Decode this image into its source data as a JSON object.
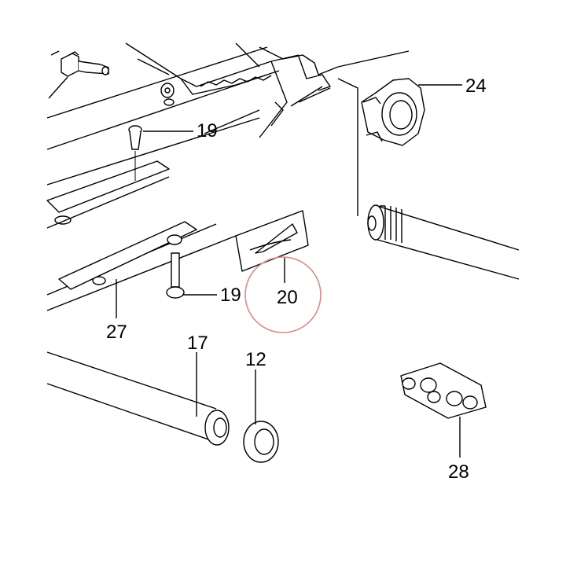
{
  "diagram": {
    "callouts": [
      {
        "id": "24",
        "label": "24"
      },
      {
        "id": "19a",
        "label": "19"
      },
      {
        "id": "19b",
        "label": "19"
      },
      {
        "id": "20",
        "label": "20"
      },
      {
        "id": "27",
        "label": "27"
      },
      {
        "id": "17",
        "label": "17"
      },
      {
        "id": "12",
        "label": "12"
      },
      {
        "id": "28",
        "label": "28"
      }
    ],
    "highlight": {
      "target": "20",
      "color": "#d98a8a"
    },
    "line_color": "#000000"
  }
}
